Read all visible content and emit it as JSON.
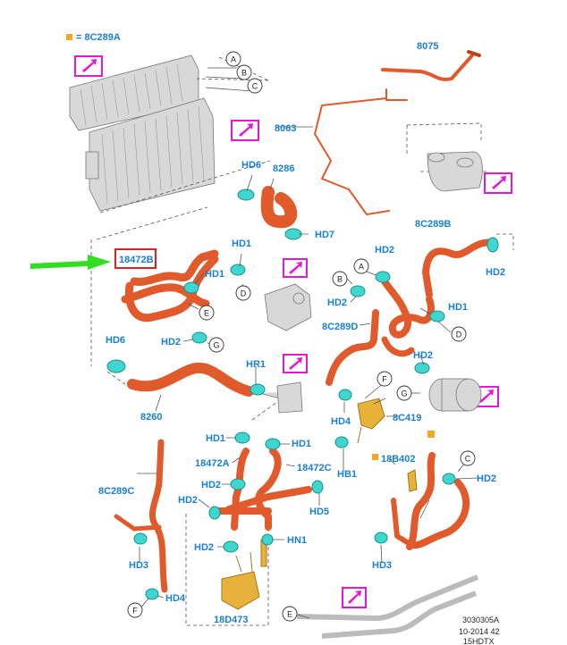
{
  "legend": {
    "marker_color": "#f5a623",
    "label": "= 8C289A"
  },
  "highlight": {
    "part": "18472B",
    "box_color": "#e02020",
    "arrow_color": "#33dd22"
  },
  "labels": {
    "l8075": "8075",
    "l8063": "8063",
    "l8286": "8286",
    "l8C289B": "8C289B",
    "l8C289D": "8C289D",
    "l8C419": "8C419",
    "l8260": "8260",
    "l18472A": "18472A",
    "l18472C": "18472C",
    "l8C289C": "8C289C",
    "l18B402": "18B402",
    "l18D473": "18D473",
    "hd6a": "HD6",
    "hd7": "HD7",
    "hd1a": "HD1",
    "hd1b": "HD1",
    "hd1c": "HD1",
    "hd1d": "HD1",
    "hd1e": "HD1",
    "hd2a": "HD2",
    "hd2b": "HD2",
    "hd2c": "HD2",
    "hd2d": "HD2",
    "hd2e": "HD2",
    "hd2f": "HD2",
    "hd2g": "HD2",
    "hd2h": "HD2",
    "hd6b": "HD6",
    "hr1": "HR1",
    "hd4a": "HD4",
    "hd4b": "HD4",
    "hb1": "HB1",
    "hd5": "HD5",
    "hd3a": "HD3",
    "hd3b": "HD3",
    "hn1": "HN1"
  },
  "callouts": [
    "A",
    "B",
    "C",
    "D",
    "E",
    "G",
    "A",
    "B",
    "D",
    "F",
    "G",
    "C",
    "F",
    "E"
  ],
  "footer": {
    "line1": "3030305A",
    "line2": "10-2014 42",
    "line3": "15HDTX"
  },
  "colors": {
    "label_blue": "#1a7fd4",
    "hose": "#e05a2b",
    "clamp": "#3fd6d0",
    "ref_magenta": "#e619d2",
    "gold_part": "#e8b13a"
  }
}
